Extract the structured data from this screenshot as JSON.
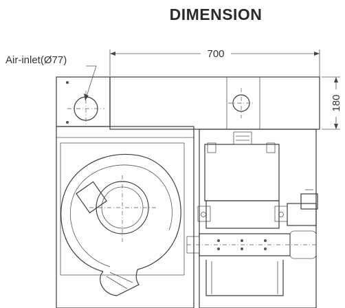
{
  "title": "DIMENSION",
  "labels": {
    "air_inlet": "Air-inlet(Ø77)",
    "width": "700",
    "height": "180"
  }
}
